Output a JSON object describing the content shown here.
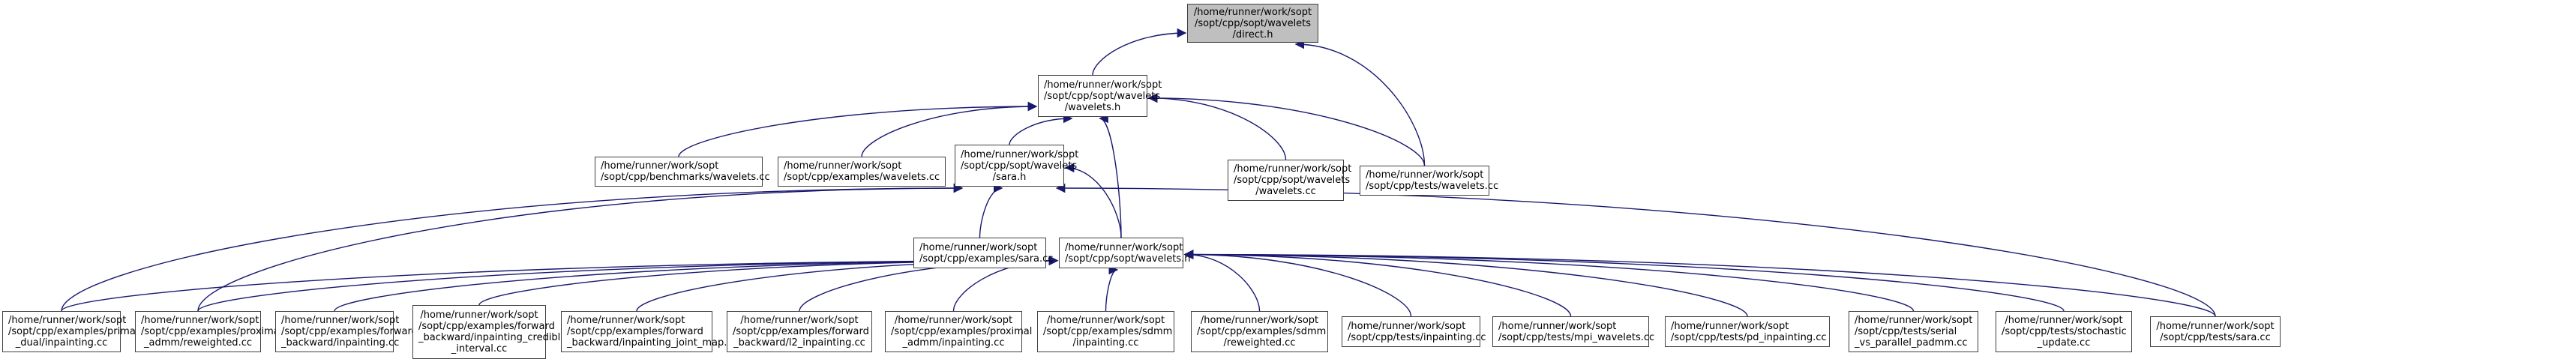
{
  "title": "Include dependency graph for direct.h",
  "colors": {
    "edge": "#191970",
    "root_fill": "#bfbfbf",
    "node_border": "#404040"
  },
  "nodes": {
    "direct_h": {
      "lines": [
        "/home/runner/work/sopt",
        "/sopt/cpp/sopt/wavelets",
        "/direct.h"
      ]
    },
    "wavelets_h": {
      "lines": [
        "/home/runner/work/sopt",
        "/sopt/cpp/sopt/wavelets",
        "/wavelets.h"
      ]
    },
    "bench_wavelets_cc": {
      "lines": [
        "/home/runner/work/sopt",
        "/sopt/cpp/benchmarks/wavelets.cc"
      ]
    },
    "examples_wavelets_cc": {
      "lines": [
        "/home/runner/work/sopt",
        "/sopt/cpp/examples/wavelets.cc"
      ]
    },
    "sara_h": {
      "lines": [
        "/home/runner/work/sopt",
        "/sopt/cpp/sopt/wavelets",
        "/sara.h"
      ]
    },
    "wavelets_wavelets_cc": {
      "lines": [
        "/home/runner/work/sopt",
        "/sopt/cpp/sopt/wavelets",
        "/wavelets.cc"
      ]
    },
    "tests_wavelets_cc": {
      "lines": [
        "/home/runner/work/sopt",
        "/sopt/cpp/tests/wavelets.cc"
      ]
    },
    "examples_sara_cc": {
      "lines": [
        "/home/runner/work/sopt",
        "/sopt/cpp/examples/sara.cc"
      ]
    },
    "sopt_wavelets_h": {
      "lines": [
        "/home/runner/work/sopt",
        "/sopt/cpp/sopt/wavelets.h"
      ]
    },
    "pd_inpainting": {
      "lines": [
        "/home/runner/work/sopt",
        "/sopt/cpp/examples/primal",
        "_dual/inpainting.cc"
      ]
    },
    "padmm_reweighted": {
      "lines": [
        "/home/runner/work/sopt",
        "/sopt/cpp/examples/proximal",
        "_admm/reweighted.cc"
      ]
    },
    "fb_inpainting": {
      "lines": [
        "/home/runner/work/sopt",
        "/sopt/cpp/examples/forward",
        "_backward/inpainting.cc"
      ]
    },
    "fb_credible": {
      "lines": [
        "/home/runner/work/sopt",
        "/sopt/cpp/examples/forward",
        "_backward/inpainting_credible",
        "_interval.cc"
      ]
    },
    "fb_joint_map": {
      "lines": [
        "/home/runner/work/sopt",
        "/sopt/cpp/examples/forward",
        "_backward/inpainting_joint_map.cc"
      ]
    },
    "fb_l2": {
      "lines": [
        "/home/runner/work/sopt",
        "/sopt/cpp/examples/forward",
        "_backward/l2_inpainting.cc"
      ]
    },
    "padmm_inpainting": {
      "lines": [
        "/home/runner/work/sopt",
        "/sopt/cpp/examples/proximal",
        "_admm/inpainting.cc"
      ]
    },
    "sdmm_inpainting": {
      "lines": [
        "/home/runner/work/sopt",
        "/sopt/cpp/examples/sdmm",
        "/inpainting.cc"
      ]
    },
    "sdmm_reweighted": {
      "lines": [
        "/home/runner/work/sopt",
        "/sopt/cpp/examples/sdmm",
        "/reweighted.cc"
      ]
    },
    "tests_inpainting": {
      "lines": [
        "/home/runner/work/sopt",
        "/sopt/cpp/tests/inpainting.cc"
      ]
    },
    "tests_mpi_wavelets": {
      "lines": [
        "/home/runner/work/sopt",
        "/sopt/cpp/tests/mpi_wavelets.cc"
      ]
    },
    "tests_pd_inpainting": {
      "lines": [
        "/home/runner/work/sopt",
        "/sopt/cpp/tests/pd_inpainting.cc"
      ]
    },
    "tests_serial_parallel": {
      "lines": [
        "/home/runner/work/sopt",
        "/sopt/cpp/tests/serial",
        "_vs_parallel_padmm.cc"
      ]
    },
    "tests_stochastic": {
      "lines": [
        "/home/runner/work/sopt",
        "/sopt/cpp/tests/stochastic",
        "_update.cc"
      ]
    },
    "tests_sara": {
      "lines": [
        "/home/runner/work/sopt",
        "/sopt/cpp/tests/sara.cc"
      ]
    }
  },
  "edges": [
    [
      "wavelets_h",
      "direct_h"
    ],
    [
      "tests_wavelets_cc",
      "direct_h"
    ],
    [
      "bench_wavelets_cc",
      "wavelets_h"
    ],
    [
      "examples_wavelets_cc",
      "wavelets_h"
    ],
    [
      "sara_h",
      "wavelets_h"
    ],
    [
      "sopt_wavelets_h",
      "wavelets_h"
    ],
    [
      "wavelets_wavelets_cc",
      "wavelets_h"
    ],
    [
      "tests_wavelets_cc",
      "wavelets_h"
    ],
    [
      "examples_sara_cc",
      "sara_h"
    ],
    [
      "sopt_wavelets_h",
      "sara_h"
    ],
    [
      "pd_inpainting",
      "sara_h"
    ],
    [
      "padmm_reweighted",
      "sara_h"
    ],
    [
      "tests_sara",
      "sara_h"
    ],
    [
      "pd_inpainting",
      "sopt_wavelets_h"
    ],
    [
      "padmm_reweighted",
      "sopt_wavelets_h"
    ],
    [
      "fb_inpainting",
      "sopt_wavelets_h"
    ],
    [
      "fb_credible",
      "sopt_wavelets_h"
    ],
    [
      "fb_joint_map",
      "sopt_wavelets_h"
    ],
    [
      "fb_l2",
      "sopt_wavelets_h"
    ],
    [
      "padmm_inpainting",
      "sopt_wavelets_h"
    ],
    [
      "sdmm_inpainting",
      "sopt_wavelets_h"
    ],
    [
      "sdmm_reweighted",
      "sopt_wavelets_h"
    ],
    [
      "tests_inpainting",
      "sopt_wavelets_h"
    ],
    [
      "tests_mpi_wavelets",
      "sopt_wavelets_h"
    ],
    [
      "tests_pd_inpainting",
      "sopt_wavelets_h"
    ],
    [
      "tests_serial_parallel",
      "sopt_wavelets_h"
    ],
    [
      "tests_stochastic",
      "sopt_wavelets_h"
    ],
    [
      "tests_sara",
      "sopt_wavelets_h"
    ]
  ]
}
